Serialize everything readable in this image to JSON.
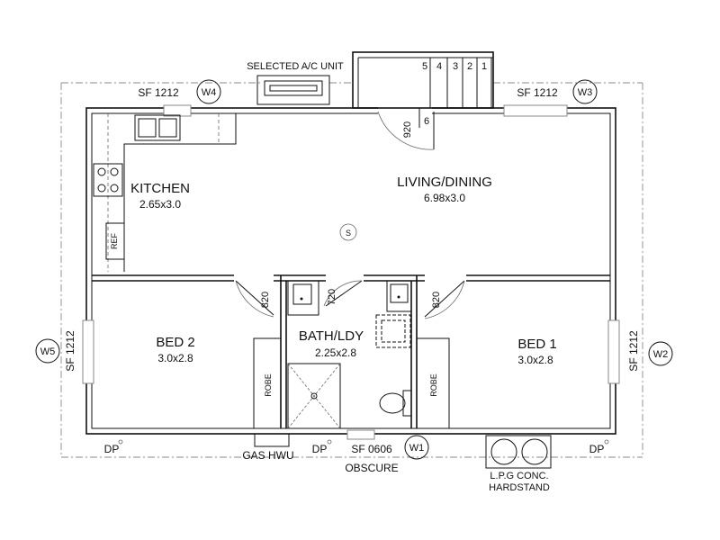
{
  "rooms": {
    "kitchen": {
      "name": "KITCHEN",
      "dims": "2.65x3.0"
    },
    "living": {
      "name": "LIVING/DINING",
      "dims": "6.98x3.0"
    },
    "bed2": {
      "name": "BED 2",
      "dims": "3.0x2.8"
    },
    "bath": {
      "name": "BATH/LDY",
      "dims": "2.25x2.8"
    },
    "bed1": {
      "name": "BED 1",
      "dims": "3.0x2.8"
    }
  },
  "labels": {
    "ac_unit": "SELECTED A/C UNIT",
    "ref": "REF",
    "robe": "ROBE",
    "gas_hwu": "GAS HWU",
    "obscure": "OBSCURE",
    "lpg_1": "L.P.G CONC.",
    "lpg_2": "HARDSTAND",
    "smoke": "S",
    "dp": "DP"
  },
  "windows": {
    "w1": {
      "tag": "W1",
      "size": "SF 0606"
    },
    "w2": {
      "tag": "W2",
      "size": "SF 1212"
    },
    "w3": {
      "tag": "W3",
      "size": "SF 1212"
    },
    "w4": {
      "tag": "W4",
      "size": "SF 1212"
    },
    "w5": {
      "tag": "W5",
      "size": "SF 1212"
    }
  },
  "doors": {
    "entry": "920",
    "bed2": "820",
    "bath": "720",
    "bed1": "820"
  },
  "steps": [
    "5",
    "4",
    "3",
    "2",
    "1",
    "6"
  ]
}
